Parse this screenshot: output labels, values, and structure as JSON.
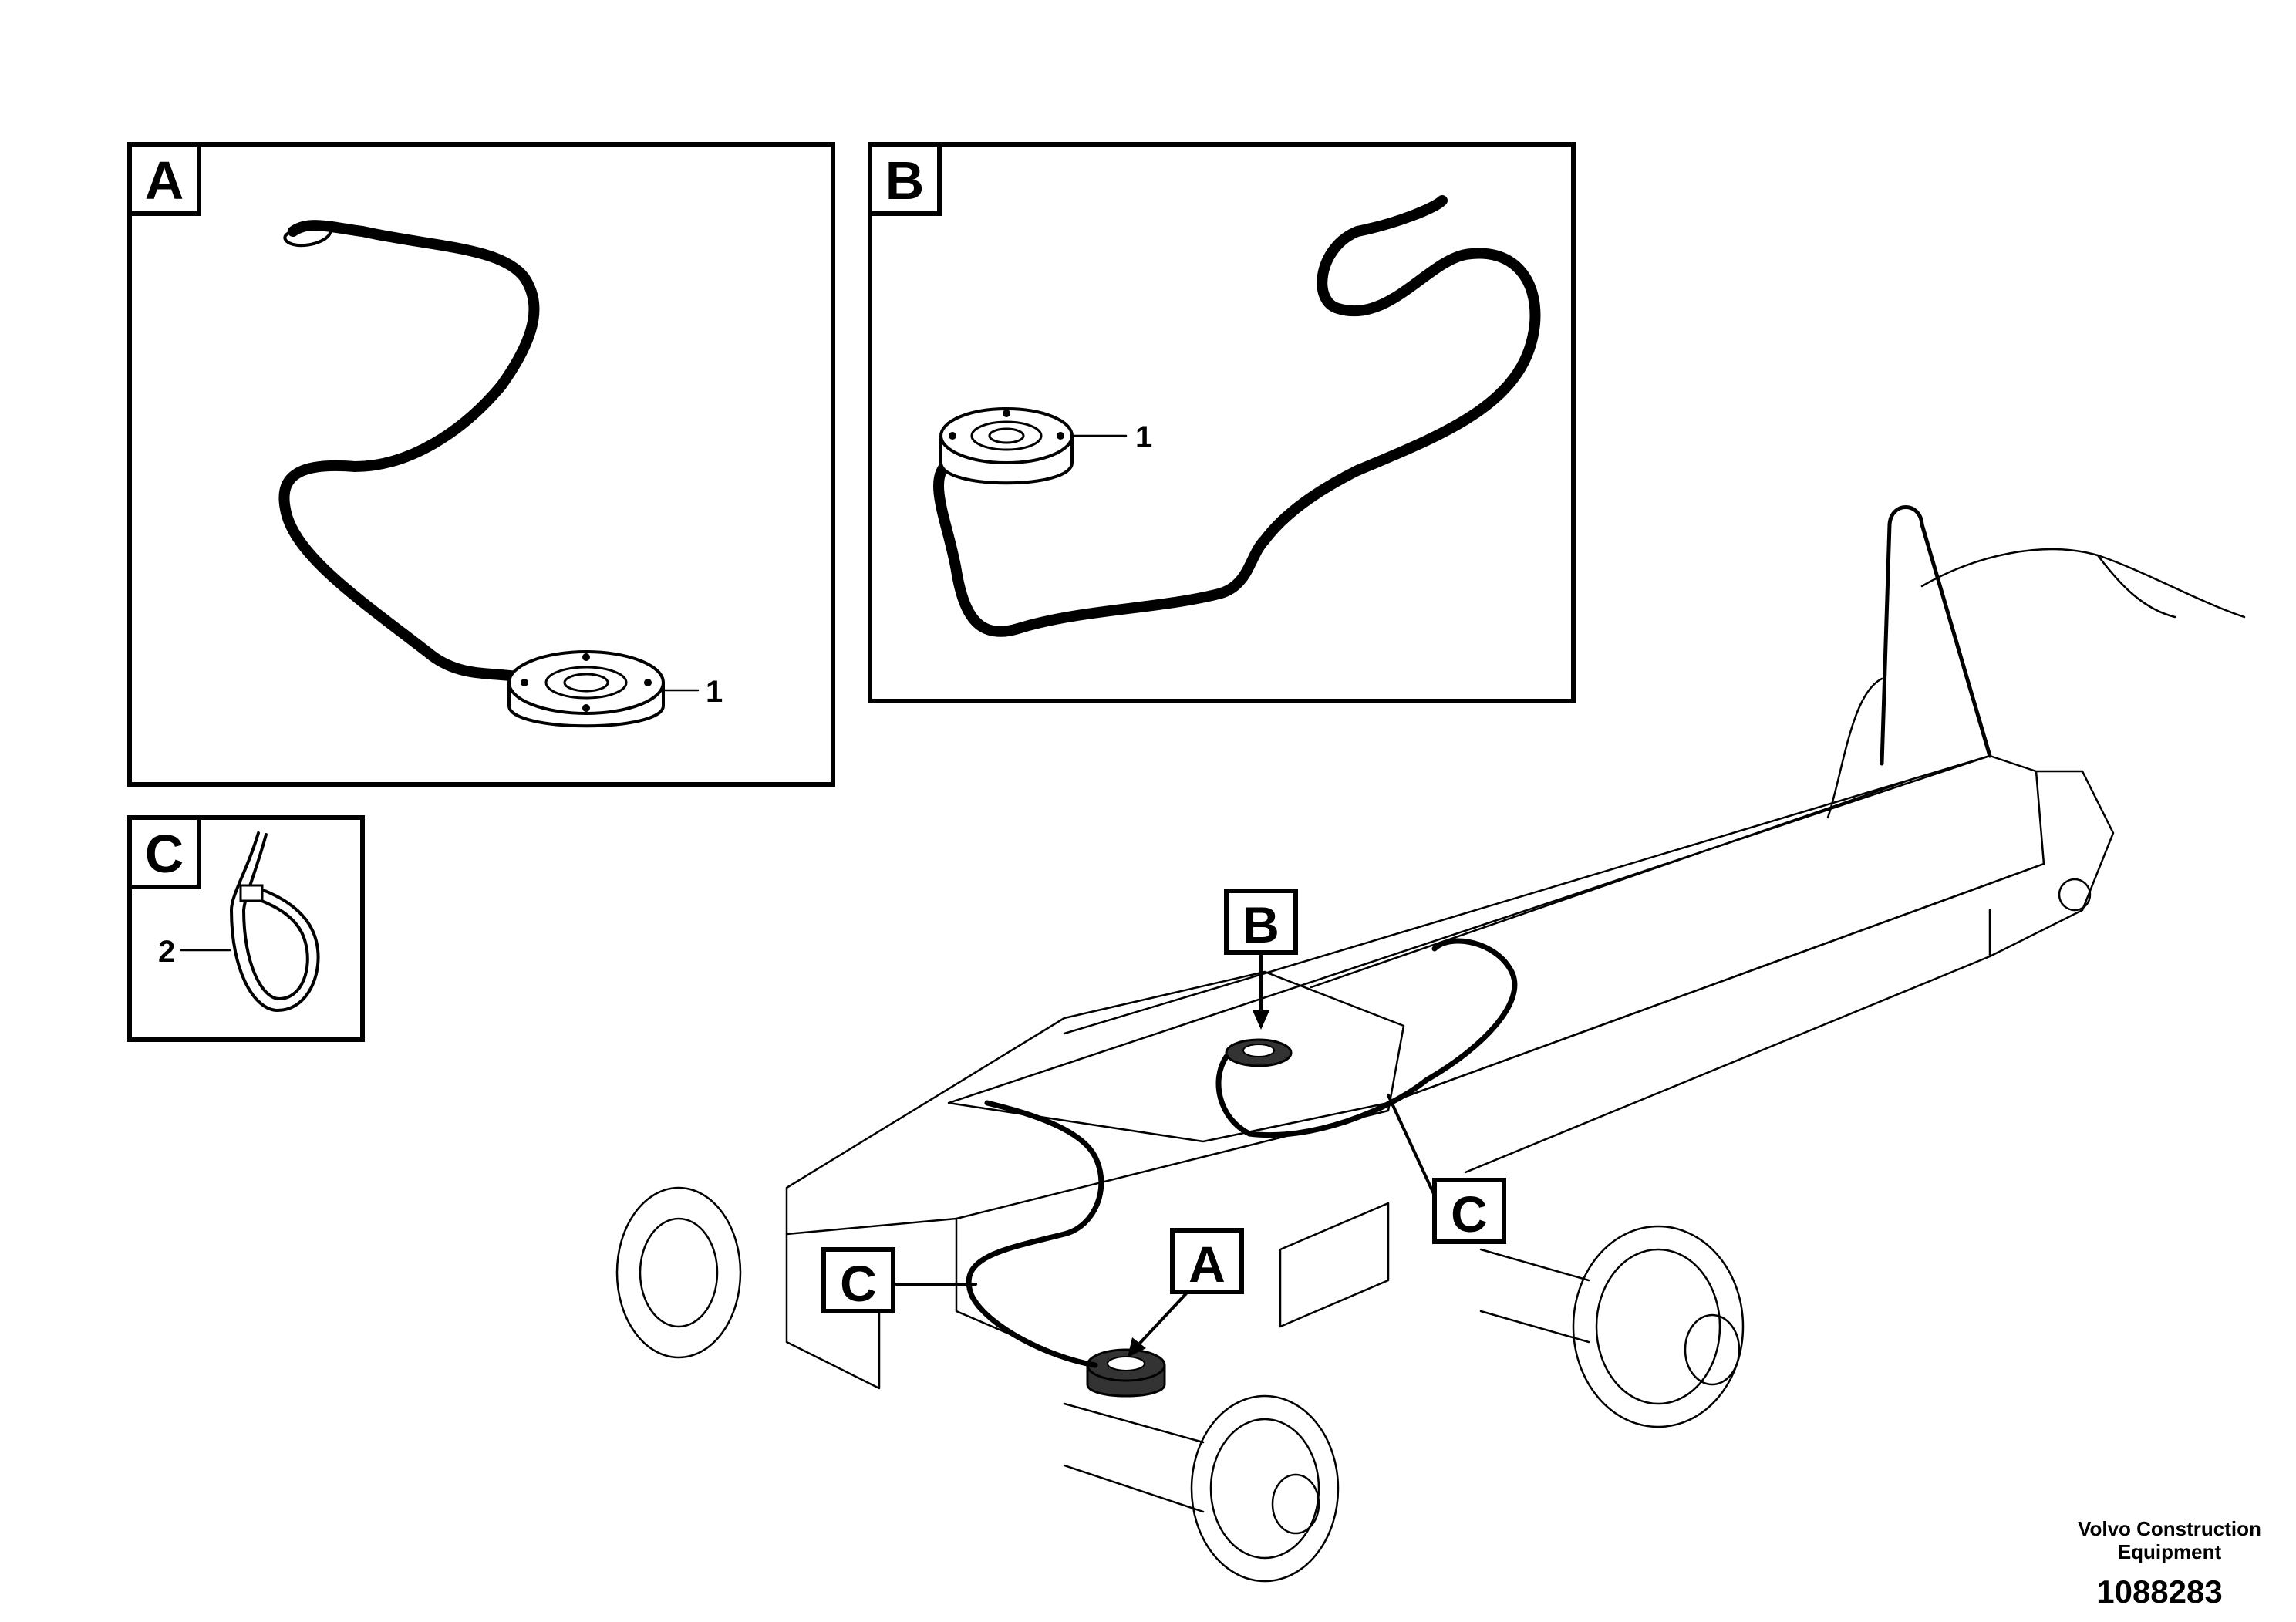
{
  "detail_a": {
    "letter": "A",
    "callout": "1"
  },
  "detail_b": {
    "letter": "B",
    "callout": "1"
  },
  "detail_c": {
    "letter": "C",
    "callout": "2"
  },
  "callouts": {
    "b_on_frame": "B",
    "c_right": "C",
    "c_left": "C",
    "a_on_frame": "A"
  },
  "publisher": {
    "line1": "Volvo Construction",
    "line2": "Equipment"
  },
  "drawing_number": "1088283",
  "colors": {
    "ink": "#000000",
    "paper": "#ffffff"
  }
}
